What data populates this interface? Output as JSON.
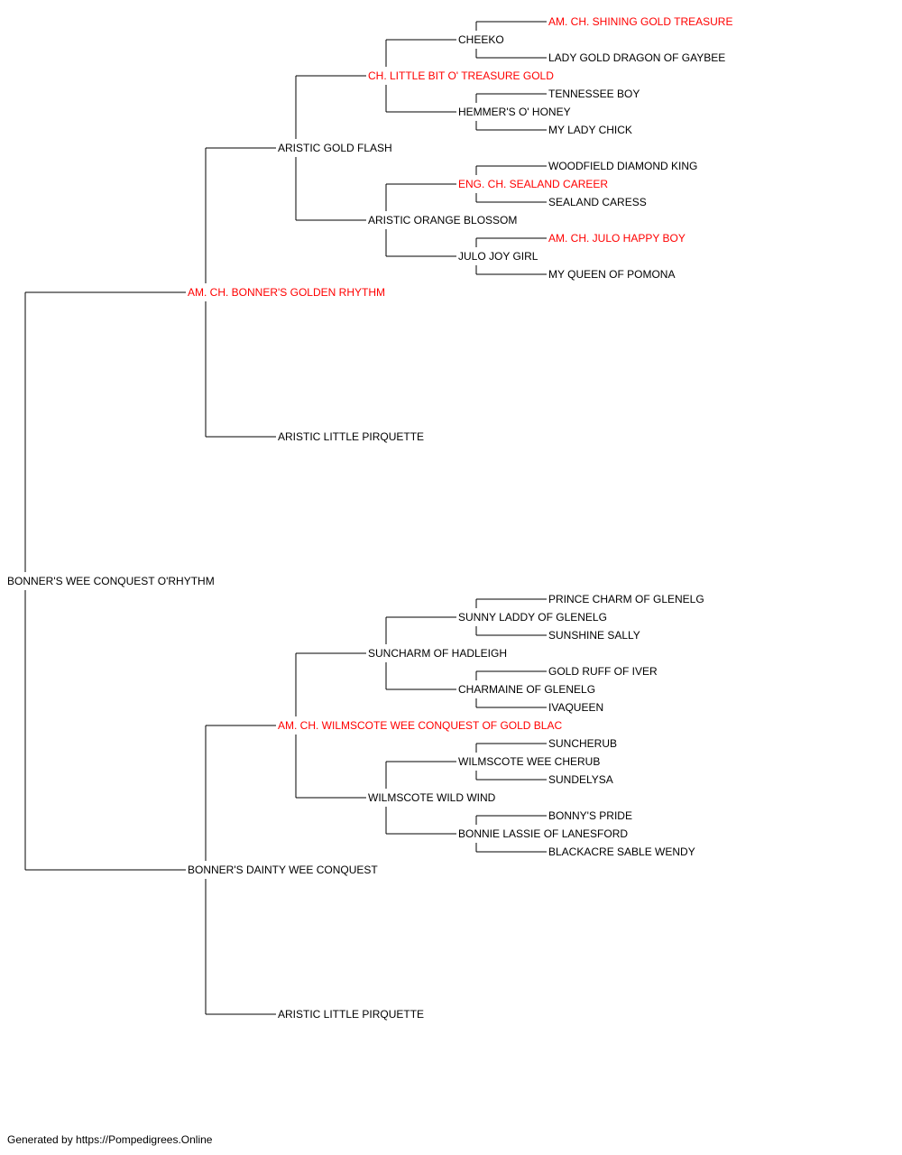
{
  "colors": {
    "champion": "#ff0000",
    "normal": "#000000",
    "line": "#000000"
  },
  "pedigree": {
    "name": "BONNER'S WEE CONQUEST O'RHYTHM",
    "champion": false,
    "sire": {
      "name": "AM. CH. BONNER'S GOLDEN RHYTHM",
      "champion": true,
      "sire": {
        "name": "ARISTIC GOLD FLASH",
        "champion": false,
        "sire": {
          "name": "CH. LITTLE BIT O' TREASURE GOLD",
          "champion": true,
          "sire": {
            "name": "CHEEKO",
            "champion": false,
            "sire": {
              "name": "AM. CH. SHINING GOLD TREASURE",
              "champion": true
            },
            "dam": {
              "name": "LADY GOLD DRAGON OF GAYBEE",
              "champion": false
            }
          },
          "dam": {
            "name": "HEMMER'S O' HONEY",
            "champion": false,
            "sire": {
              "name": "TENNESSEE BOY",
              "champion": false
            },
            "dam": {
              "name": "MY LADY CHICK",
              "champion": false
            }
          }
        },
        "dam": {
          "name": "ARISTIC ORANGE BLOSSOM",
          "champion": false,
          "sire": {
            "name": "ENG. CH. SEALAND CAREER",
            "champion": true,
            "sire": {
              "name": "WOODFIELD DIAMOND KING",
              "champion": false
            },
            "dam": {
              "name": "SEALAND CARESS",
              "champion": false
            }
          },
          "dam": {
            "name": "JULO JOY GIRL",
            "champion": false,
            "sire": {
              "name": "AM. CH. JULO HAPPY BOY",
              "champion": true
            },
            "dam": {
              "name": "MY QUEEN OF POMONA",
              "champion": false
            }
          }
        }
      },
      "dam": {
        "name": "ARISTIC LITTLE PIRQUETTE",
        "champion": false
      }
    },
    "dam": {
      "name": "BONNER'S DAINTY WEE CONQUEST",
      "champion": false,
      "sire": {
        "name": "AM. CH. WILMSCOTE WEE CONQUEST OF GOLD BLAC",
        "champion": true,
        "sire": {
          "name": "SUNCHARM OF HADLEIGH",
          "champion": false,
          "sire": {
            "name": "SUNNY LADDY OF GLENELG",
            "champion": false,
            "sire": {
              "name": "PRINCE CHARM OF GLENELG",
              "champion": false
            },
            "dam": {
              "name": "SUNSHINE SALLY",
              "champion": false
            }
          },
          "dam": {
            "name": "CHARMAINE OF GLENELG",
            "champion": false,
            "sire": {
              "name": "GOLD RUFF OF IVER",
              "champion": false
            },
            "dam": {
              "name": "IVAQUEEN",
              "champion": false
            }
          }
        },
        "dam": {
          "name": "WILMSCOTE WILD WIND",
          "champion": false,
          "sire": {
            "name": "WILMSCOTE WEE CHERUB",
            "champion": false,
            "sire": {
              "name": "SUNCHERUB",
              "champion": false
            },
            "dam": {
              "name": "SUNDELYSA",
              "champion": false
            }
          },
          "dam": {
            "name": "BONNIE LASSIE OF LANESFORD",
            "champion": false,
            "sire": {
              "name": "BONNY'S PRIDE",
              "champion": false
            },
            "dam": {
              "name": "BLACKACRE SABLE WENDY",
              "champion": false
            }
          }
        }
      },
      "dam": {
        "name": "ARISTIC LITTLE PIRQUETTE",
        "champion": false
      }
    }
  },
  "footer": "Generated by https://Pompedigrees.Online"
}
